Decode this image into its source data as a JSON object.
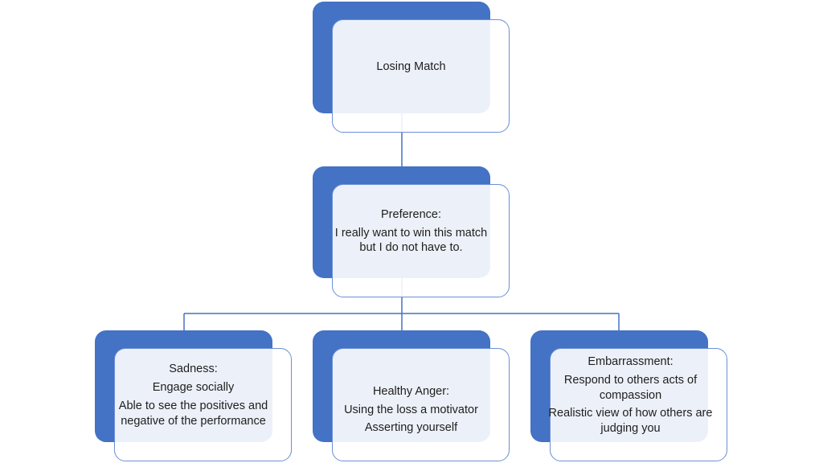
{
  "diagram": {
    "colors": {
      "back_box": "#4472c4",
      "border": "#6a8fd6",
      "connector": "#4472c4",
      "text": "#1e1e1e"
    },
    "root": {
      "title": "Losing Match",
      "lines": []
    },
    "belief": {
      "title": "Preference:",
      "lines": [
        "I really want to win this match but I do not have to."
      ]
    },
    "outcomes": [
      {
        "title": "Sadness:",
        "lines": [
          "Engage socially",
          "Able to see the positives and negative of the performance"
        ]
      },
      {
        "title": "Healthy Anger:",
        "lines": [
          "Using the loss a motivator",
          "Asserting yourself"
        ]
      },
      {
        "title": "Embarrassment:",
        "lines": [
          "Respond to others acts of compassion",
          "Realistic view of how others are judging you"
        ]
      }
    ]
  }
}
